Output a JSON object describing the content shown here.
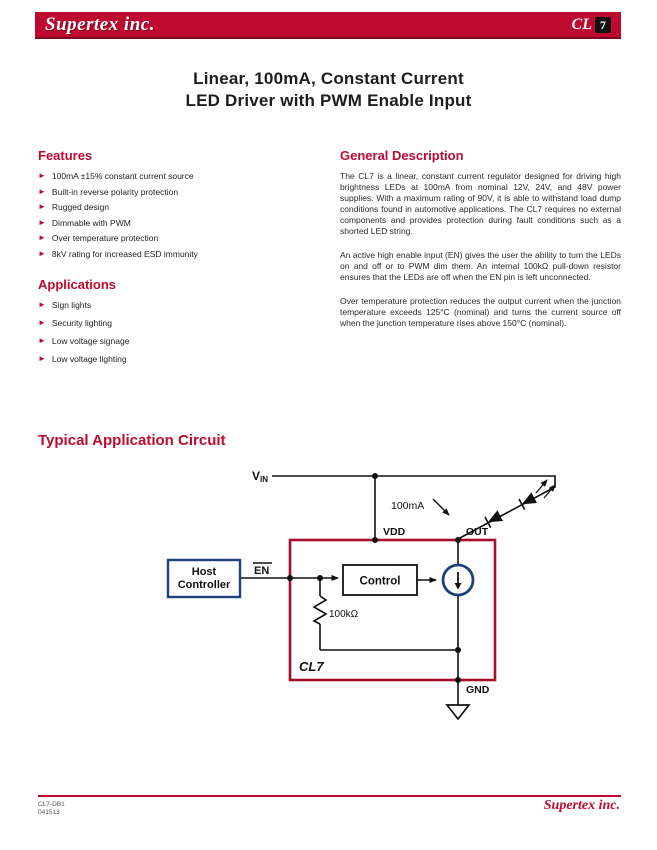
{
  "colors": {
    "accent_red": "#BE0A2F",
    "ic_box_red": "#A50D2C",
    "navy": "#20407C",
    "wire": "#111111"
  },
  "icons": {
    "bullet": "►"
  },
  "header": {
    "logo": "Supertex inc.",
    "part_prefix": "CL",
    "part_chip": "7"
  },
  "title": {
    "line1": "Linear, 100mA, Constant Current",
    "line2": "LED Driver with PWM Enable Input"
  },
  "features": {
    "heading": "Features",
    "items": [
      "100mA ±15% constant current source",
      "Built-in reverse polarity protection",
      "Rugged design",
      "Dimmable with PWM",
      "Over temperature protection",
      "8kV rating for increased ESD immunity"
    ]
  },
  "applications": {
    "heading": "Applications",
    "items": [
      "Sign lights",
      "Security lighting",
      "Low voltage signage",
      "Low voltage lighting"
    ]
  },
  "description": {
    "heading": "General Description",
    "p1": "The CL7 is a linear, constant current regulator designed for driving high brightness LEDs at 100mA from nominal 12V, 24V, and 48V power supplies. With a maximum rating of 90V, it is able to withstand load dump conditions found in automotive applications. The CL7 requires no external components and provides protection during fault conditions such as a shorted LED string.",
    "p2": "An active high enable input (EN) gives the user the ability to turn the LEDs on and off or to PWM dim them. An internal 100kΩ pull-down resistor ensures that the LEDs are off when the EN pin is left unconnected.",
    "p3": "Over temperature protection reduces the output current when the junction temperature exceeds 125°C (nominal) and turns the current source off when the junction temperature rises above 150°C (nominal)."
  },
  "circuit": {
    "heading": "Typical Application Circuit",
    "labels": {
      "vin_main": "V",
      "vin_sub": "IN",
      "current": "100mA",
      "vdd": "VDD",
      "out": "OUT",
      "en": "EN",
      "control": "Control",
      "resistor": "100kΩ",
      "part": "CL7",
      "gnd": "GND",
      "host_line1": "Host",
      "host_line2": "Controller"
    }
  },
  "footer": {
    "doc_line1": "CL7-DB1",
    "doc_line2": "041513",
    "brand": "Supertex inc."
  }
}
